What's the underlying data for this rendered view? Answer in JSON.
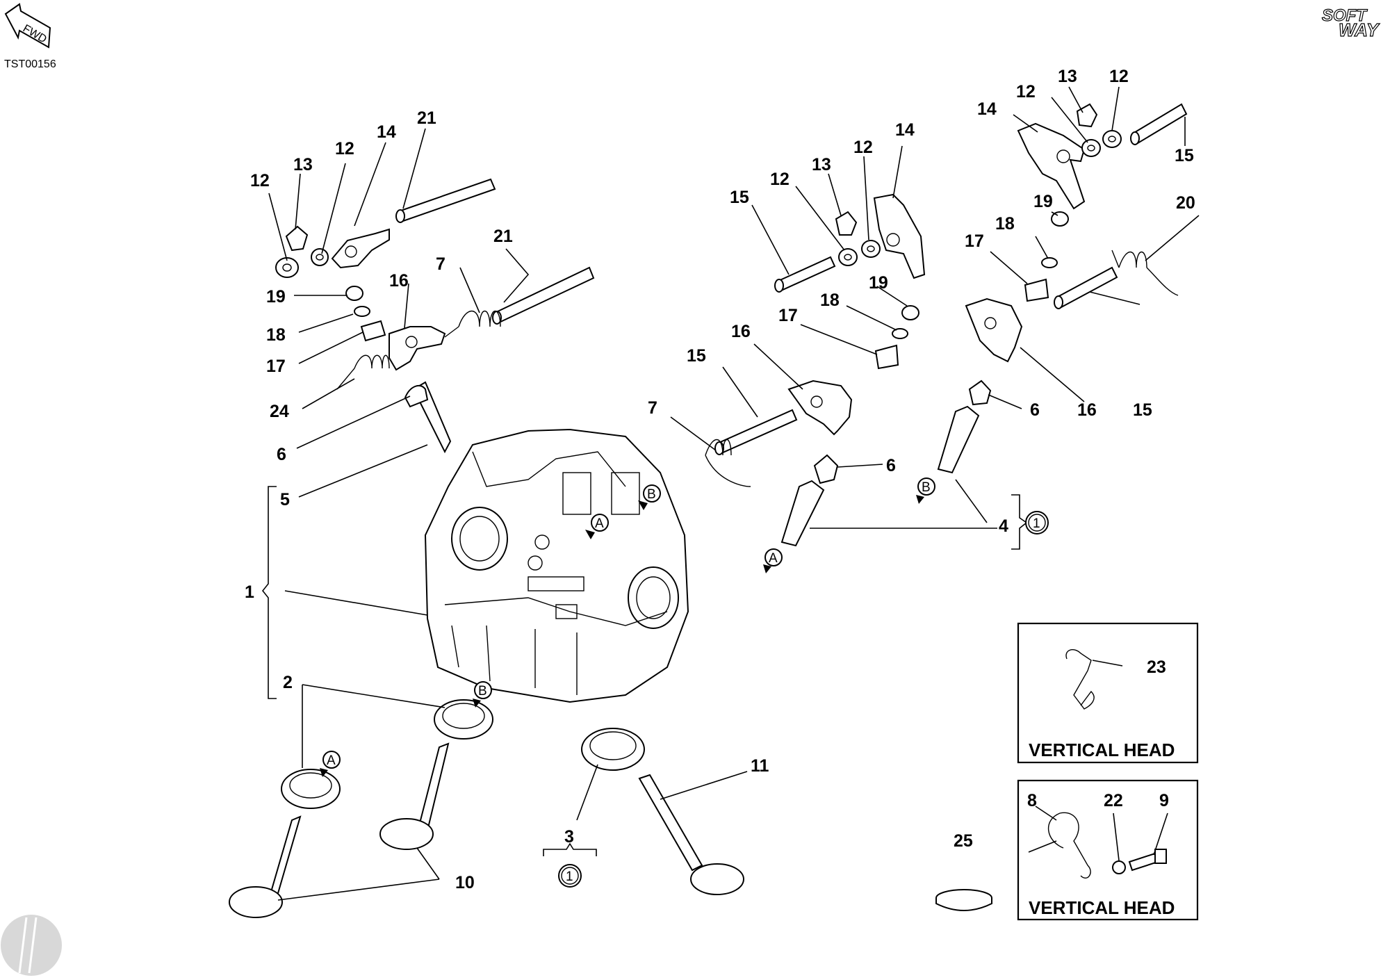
{
  "drawing": {
    "code": "TST00156",
    "fwd": "FWD",
    "logo_line1": "SOFT",
    "logo_line2": "WAY",
    "ref_marks": [
      "A",
      "B"
    ],
    "group_ref": "1",
    "box_label": "VERTICAL HEAD"
  },
  "callouts": [
    "1",
    "2",
    "3",
    "4",
    "5",
    "6",
    "7",
    "8",
    "9",
    "10",
    "11",
    "12",
    "13",
    "14",
    "15",
    "16",
    "17",
    "18",
    "19",
    "20",
    "21",
    "22",
    "23",
    "24",
    "25"
  ]
}
